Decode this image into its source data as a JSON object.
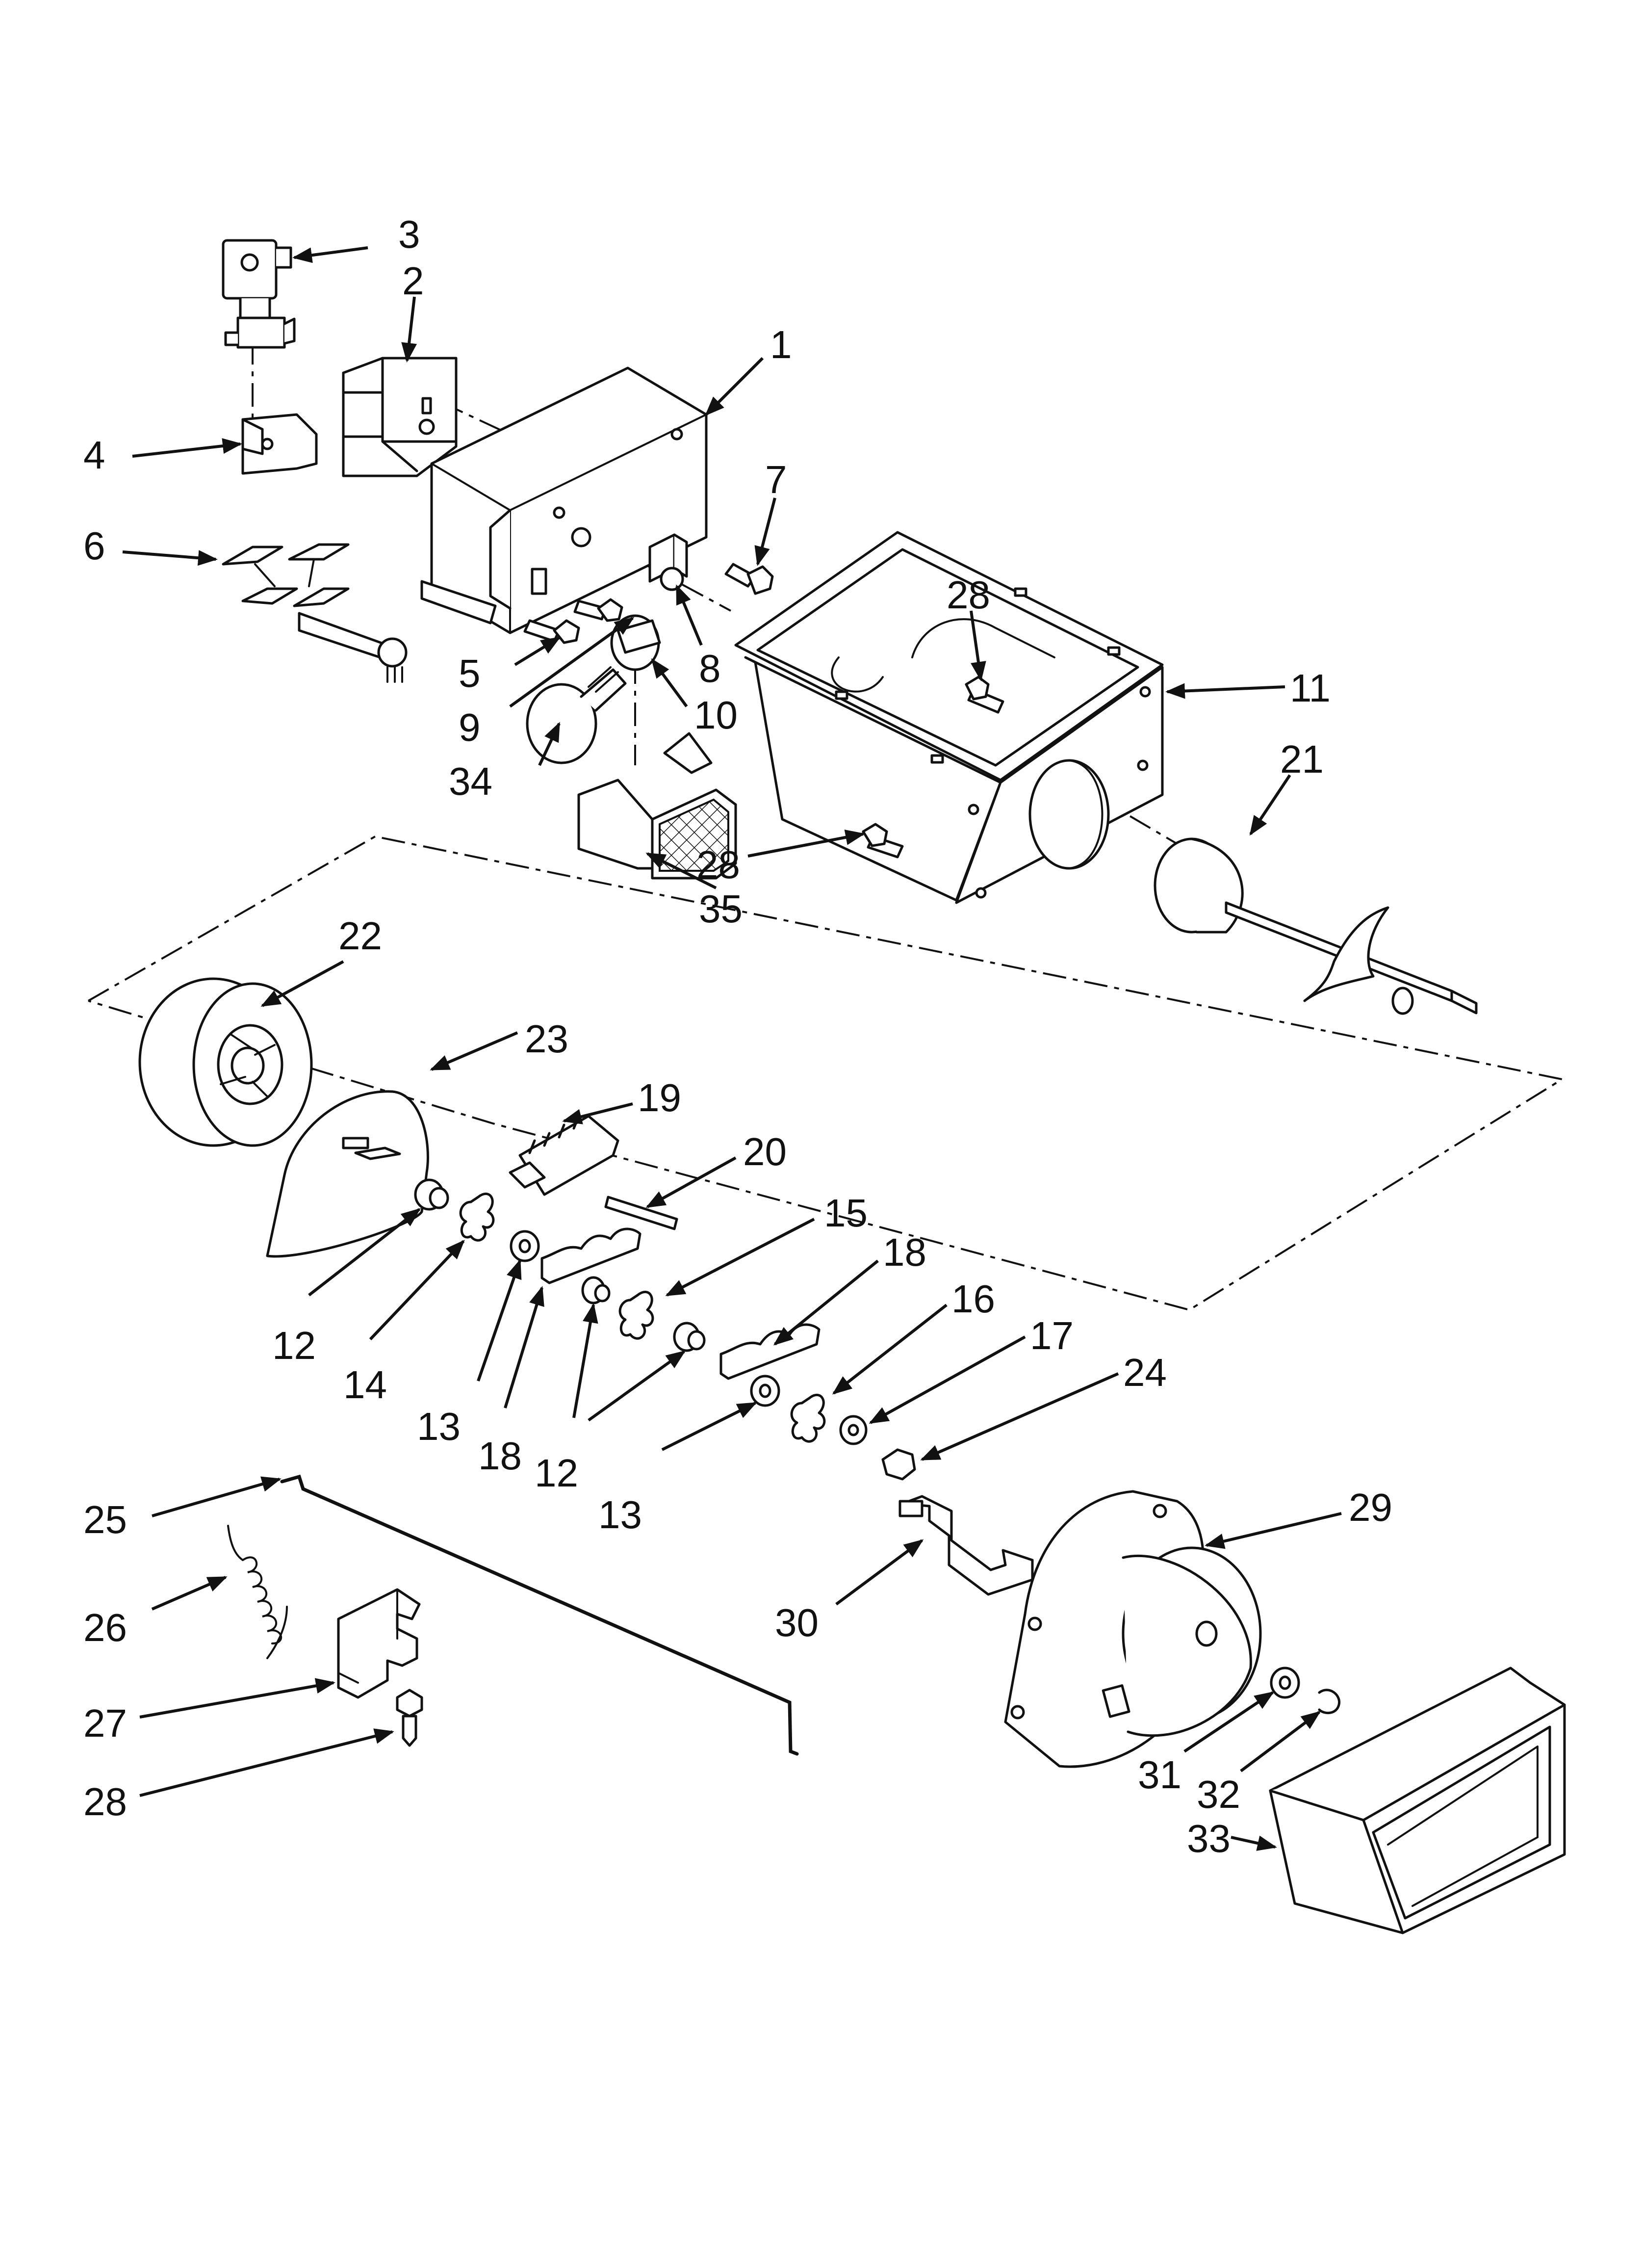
{
  "diagram": {
    "callouts": [
      "1",
      "2",
      "3",
      "4",
      "5",
      "6",
      "7",
      "8",
      "9",
      "10",
      "11",
      "12",
      "13",
      "14",
      "15",
      "16",
      "17",
      "18",
      "19",
      "20",
      "21",
      "22",
      "23",
      "24",
      "25",
      "26",
      "27",
      "28",
      "29",
      "30",
      "31",
      "32",
      "33",
      "34",
      "35"
    ],
    "colors": {
      "line": "#111111",
      "paper": "#ffffff",
      "shade": "#e9e9e9"
    }
  }
}
